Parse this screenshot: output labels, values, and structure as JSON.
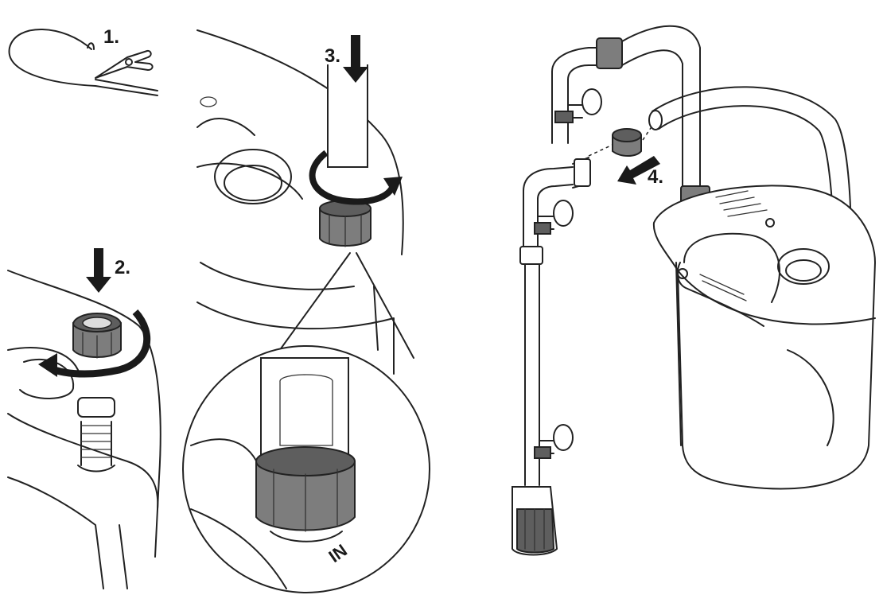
{
  "steps": {
    "step1": "1.",
    "step2": "2.",
    "step3": "3.",
    "step4": "4."
  },
  "inlet_label": "IN",
  "colors": {
    "line": "#222222",
    "nut": "#7d7d7d",
    "background": "#ffffff"
  }
}
